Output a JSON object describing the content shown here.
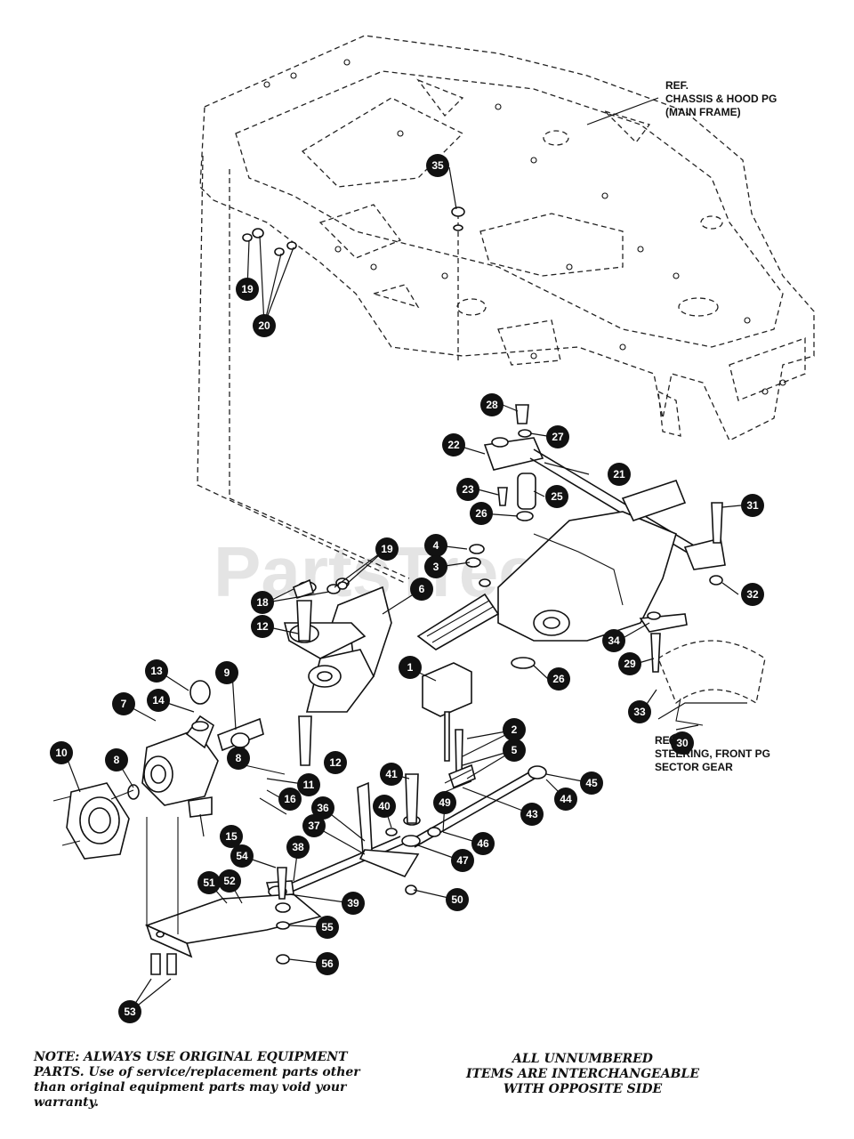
{
  "references": {
    "chassis": [
      "REF.",
      "CHASSIS & HOOD PG",
      "(MAIN FRAME)"
    ],
    "steering": [
      "REF.",
      "STEERING, FRONT PG",
      "SECTOR GEAR"
    ]
  },
  "watermark": "PartsTree",
  "callouts": [
    "1",
    "2",
    "3",
    "4",
    "5",
    "6",
    "7",
    "8",
    "8",
    "9",
    "10",
    "11",
    "12",
    "12",
    "13",
    "14",
    "15",
    "16",
    "18",
    "19",
    "19",
    "20",
    "21",
    "22",
    "23",
    "25",
    "26",
    "26",
    "27",
    "28",
    "29",
    "30",
    "31",
    "32",
    "33",
    "34",
    "35",
    "36",
    "37",
    "38",
    "39",
    "40",
    "41",
    "43",
    "44",
    "45",
    "46",
    "47",
    "49",
    "50",
    "51",
    "52",
    "53",
    "54",
    "55",
    "56"
  ],
  "notes": {
    "left": [
      "NOTE: ALWAYS USE ORIGINAL EQUIPMENT",
      "PARTS. Use of service/replacement parts other",
      "than original equipment parts may void your",
      "warranty."
    ],
    "right": [
      "ALL UNNUMBERED",
      "ITEMS ARE INTERCHANGEABLE",
      "WITH OPPOSITE SIDE"
    ]
  }
}
